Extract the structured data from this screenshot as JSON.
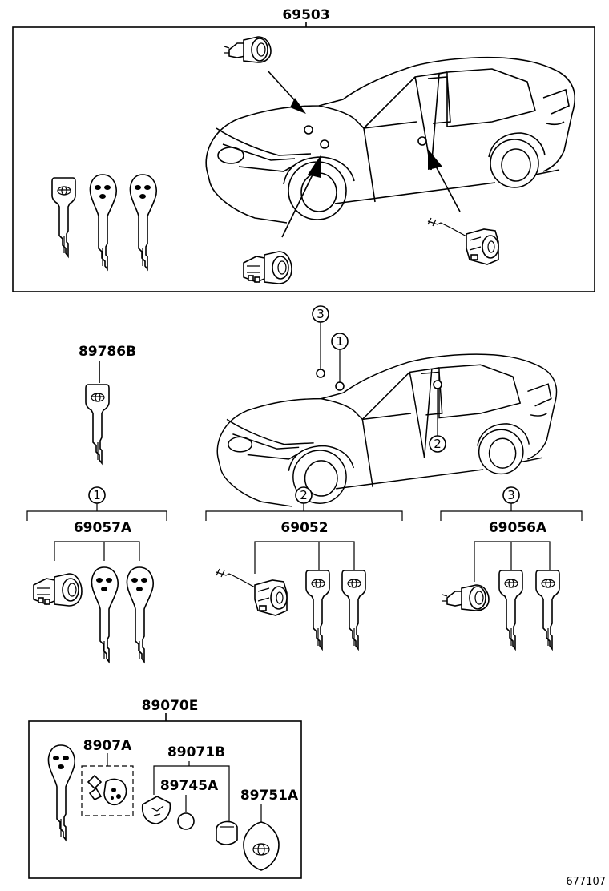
{
  "labels": {
    "top_assembly": "69503",
    "key_single": "89786B",
    "set_1": "69057A",
    "set_2": "69052",
    "set_3": "69056A",
    "transmitter_set": "89070E",
    "part_8907A": "8907A",
    "part_89071B": "89071B",
    "part_89745A": "89745A",
    "part_89751A": "89751A",
    "figure_id": "677107"
  },
  "callouts": {
    "one": "1",
    "two": "2",
    "three": "3"
  },
  "icons": [
    "car-illustration",
    "ignition-cylinder-icon",
    "door-lock-cylinder-icon",
    "trunk-lock-cylinder-icon",
    "master-key-icon",
    "valet-key-icon",
    "transmitter-case-icon",
    "battery-icon",
    "key-housing-icon"
  ]
}
